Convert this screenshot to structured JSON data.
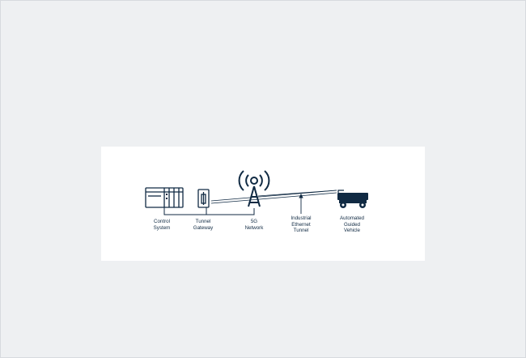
{
  "diagram": {
    "components": [
      {
        "id": "control-system",
        "icon": "control-system-icon",
        "label_lines": [
          "Control",
          "System"
        ]
      },
      {
        "id": "tunnel-gateway",
        "icon": "gateway-icon",
        "label_lines": [
          "Tunnel",
          "Gateway"
        ]
      },
      {
        "id": "5g-network",
        "icon": "radio-tower-icon",
        "label_lines": [
          "5G",
          "Network"
        ]
      },
      {
        "id": "industrial-ethernet-tunnel",
        "icon": "arrow-up-icon",
        "label_lines": [
          "Industrial",
          "Ethernet",
          "Tunnel"
        ]
      },
      {
        "id": "automated-guided-vehicle",
        "icon": "agv-icon",
        "label_lines": [
          "Automated",
          "Guided",
          "Vehicle"
        ]
      }
    ],
    "colors": {
      "stroke": "#102a43",
      "card_background": "#ffffff",
      "page_background": "#eef0f2"
    }
  }
}
